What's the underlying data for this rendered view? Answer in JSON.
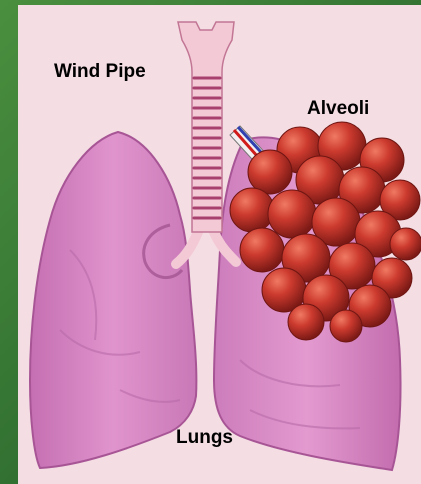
{
  "labels": {
    "wind_pipe": "Wind Pipe",
    "alveoli": "Alveoli",
    "lungs": "Lungs"
  },
  "colors": {
    "background_border": "#3b7d3a",
    "panel": "#f4dde3",
    "lung_fill": "#d985c4",
    "lung_shadow": "#b25fa0",
    "trachea_fill": "#f3c9d6",
    "trachea_ring": "#b9557e",
    "alveoli_fill": "#c8322a",
    "alveoli_highlight": "#e9614d",
    "alveoli_shadow": "#7d1a16"
  }
}
